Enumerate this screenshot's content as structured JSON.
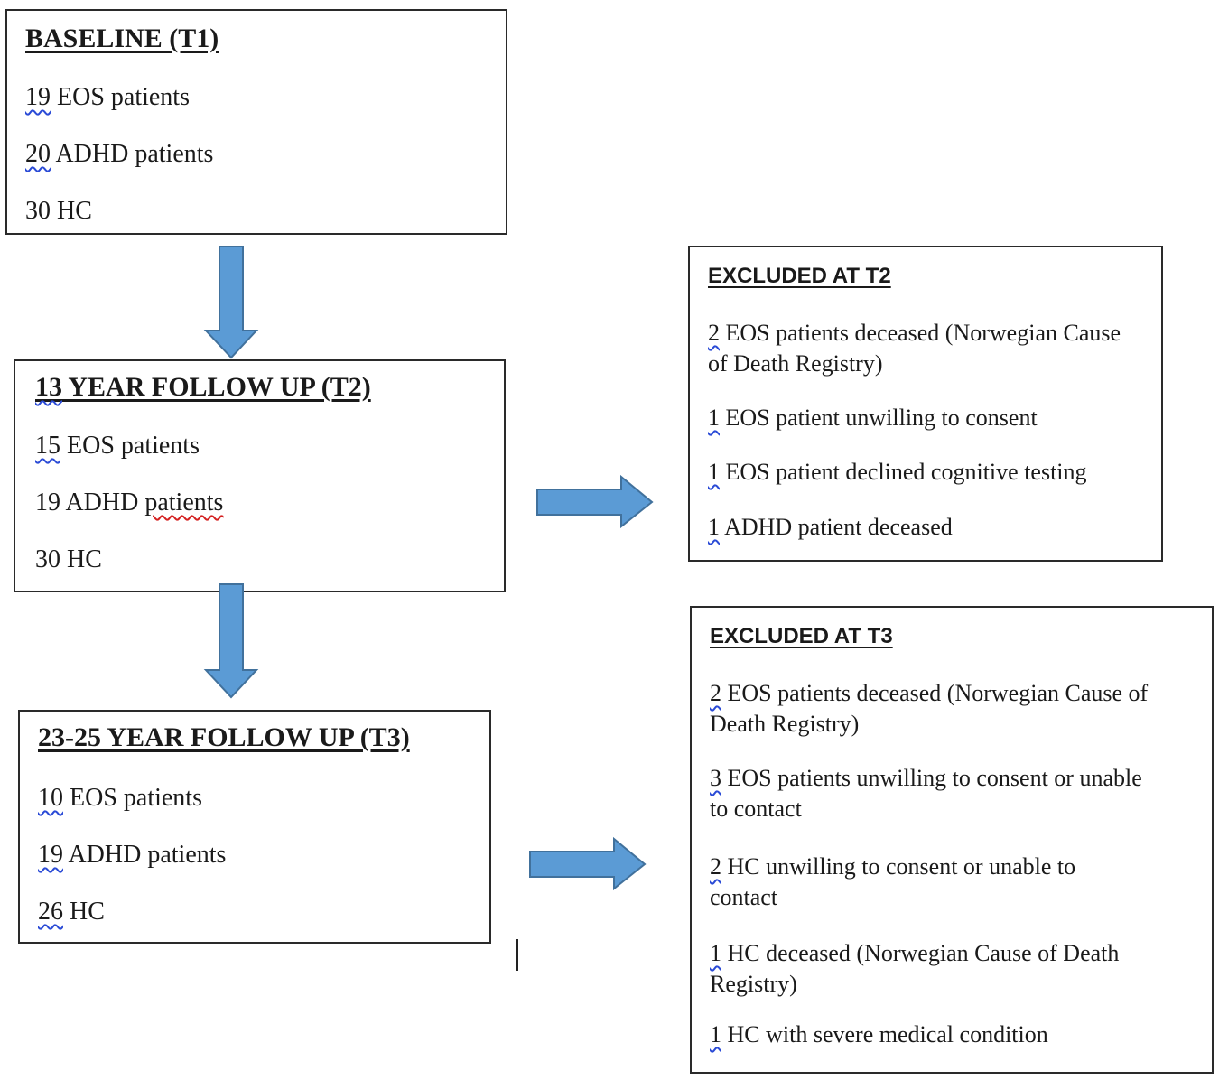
{
  "baseline": {
    "title": "BASELINE (T1)",
    "items": [
      {
        "num": "19",
        "text": " EOS patients"
      },
      {
        "num": "20",
        "text": " ADHD patients"
      },
      {
        "num": "30",
        "text": " HC"
      }
    ]
  },
  "t2": {
    "title_num": "13",
    "title_text": " YEAR FOLLOW UP (T2)",
    "items": [
      {
        "num": "15",
        "text": " EOS patients"
      },
      {
        "num": "19",
        "text": " ADHD ",
        "extra": "patients"
      },
      {
        "num": "30",
        "text": " HC"
      }
    ]
  },
  "t3": {
    "title": "23-25 YEAR FOLLOW UP (T3)",
    "items": [
      {
        "num": "10",
        "text": " EOS patients"
      },
      {
        "num": "19",
        "text": " ADHD patients"
      },
      {
        "num": "26",
        "text": " HC"
      }
    ]
  },
  "excluded_t2": {
    "title": "EXCLUDED AT T2",
    "items": [
      {
        "num": "2",
        "text": " EOS patients deceased  (Norwegian Cause of Death Registry)"
      },
      {
        "num": "1",
        "text": " EOS patient unwilling to consent"
      },
      {
        "num": "1",
        "text": " EOS patient declined cognitive testing"
      },
      {
        "num": "1",
        "text": " ADHD patient deceased"
      }
    ]
  },
  "excluded_t3": {
    "title": "EXCLUDED AT T3",
    "items": [
      {
        "num": "2",
        "text": " EOS patients deceased (Norwegian Cause of Death Registry)"
      },
      {
        "num": "3",
        "text": " EOS patients unwilling to consent or unable to contact"
      },
      {
        "num": "2",
        "text": " HC unwilling to consent or unable to contact"
      },
      {
        "num": "1",
        "text": " HC deceased (Norwegian Cause of Death Registry)"
      },
      {
        "num": "1",
        "text": " HC with severe medical condition"
      }
    ]
  },
  "colors": {
    "arrow_fill": "#5b9bd5",
    "arrow_stroke": "#41719c",
    "border": "#2a2a2a",
    "spell_blue": "#2b4bd6",
    "spell_red": "#d42020"
  }
}
